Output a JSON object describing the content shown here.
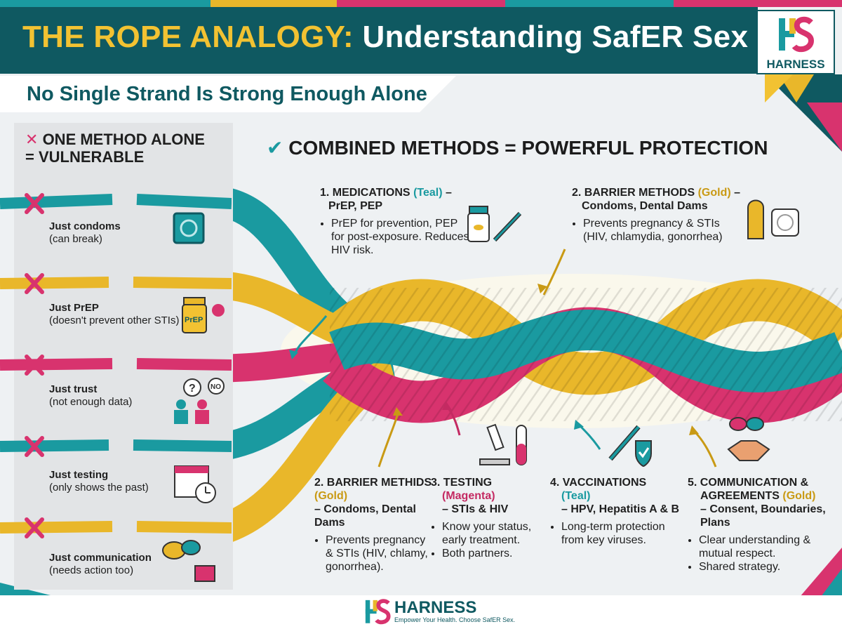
{
  "header": {
    "title_highlight": "THE ROPE ANALOGY:",
    "title_rest": "Understanding SafER Sex",
    "subtitle": "No Single Strand Is Strong Enough Alone"
  },
  "logo": {
    "mark": "HS",
    "word": "HARNESS"
  },
  "left": {
    "heading_line1": "ONE METHOD ALONE",
    "heading_line2": "= VULNERABLE",
    "items": [
      {
        "label": "Just condoms",
        "note": "(can break)"
      },
      {
        "label": "Just PrEP",
        "note": "(doesn't prevent other STIs)"
      },
      {
        "label": "Just trust",
        "note": "(not enough data)"
      },
      {
        "label": "Just testing",
        "note": "(only shows the past)"
      },
      {
        "label": "Just communication",
        "note": "(needs action too)"
      }
    ],
    "prep_bottle_label": "PrEP",
    "no_bubble": "NO",
    "question_bubble": "?"
  },
  "right": {
    "heading": "COMBINED METHODS = POWERFUL PROTECTION",
    "med": {
      "num": "1. MEDICATIONS",
      "color_word": "(Teal)",
      "dash": " –",
      "sub": "PrEP, PEP",
      "bullets": [
        "PrEP for prevention, PEP for post-exposure. Reduces HIV risk."
      ]
    },
    "barrier_top": {
      "num": "2. BARRIER METHODS",
      "color_word": "(Gold)",
      "dash": " –",
      "sub": "Condoms, Dental Dams",
      "bullets": [
        "Prevents pregnancy & STIs (HIV, chlamydia, gonorrhea)"
      ]
    },
    "barrier_bottom": {
      "num": "2. BARRIER METHIDS",
      "color_word": "(Gold)",
      "sub": "– Condoms, Dental Dams",
      "bullets": [
        "Prevents pregnancy & STIs (HIV, chlamy, gonorrhea)."
      ]
    },
    "testing": {
      "num": "3. TESTING",
      "color_word": "(Magenta)",
      "sub": "– STIs & HIV",
      "bullets": [
        "Know your status, early treatment.",
        "Both partners."
      ]
    },
    "vacc": {
      "num": "4. VACCINATIONS",
      "color_word": "(Teal)",
      "sub": "– HPV, Hepatitis A & B",
      "bullets": [
        "Long-term protection from key viruses."
      ]
    },
    "comm": {
      "num": "5. COMMUNICATION &",
      "num2": "AGREEMENTS",
      "color_word": "(Gold)",
      "sub": "– Consent, Boundaries, Plans",
      "bullets": [
        "Clear understanding & mutual respect.",
        "Shared strategy."
      ]
    }
  },
  "footer": {
    "mark": "HS",
    "word": "HARNESS",
    "tagline": "Empower Your Health. Choose SafER Sex."
  },
  "colors": {
    "teal": "#1a9aa0",
    "gold": "#e9b72a",
    "magenta": "#d8336e",
    "navy": "#0f5961"
  }
}
